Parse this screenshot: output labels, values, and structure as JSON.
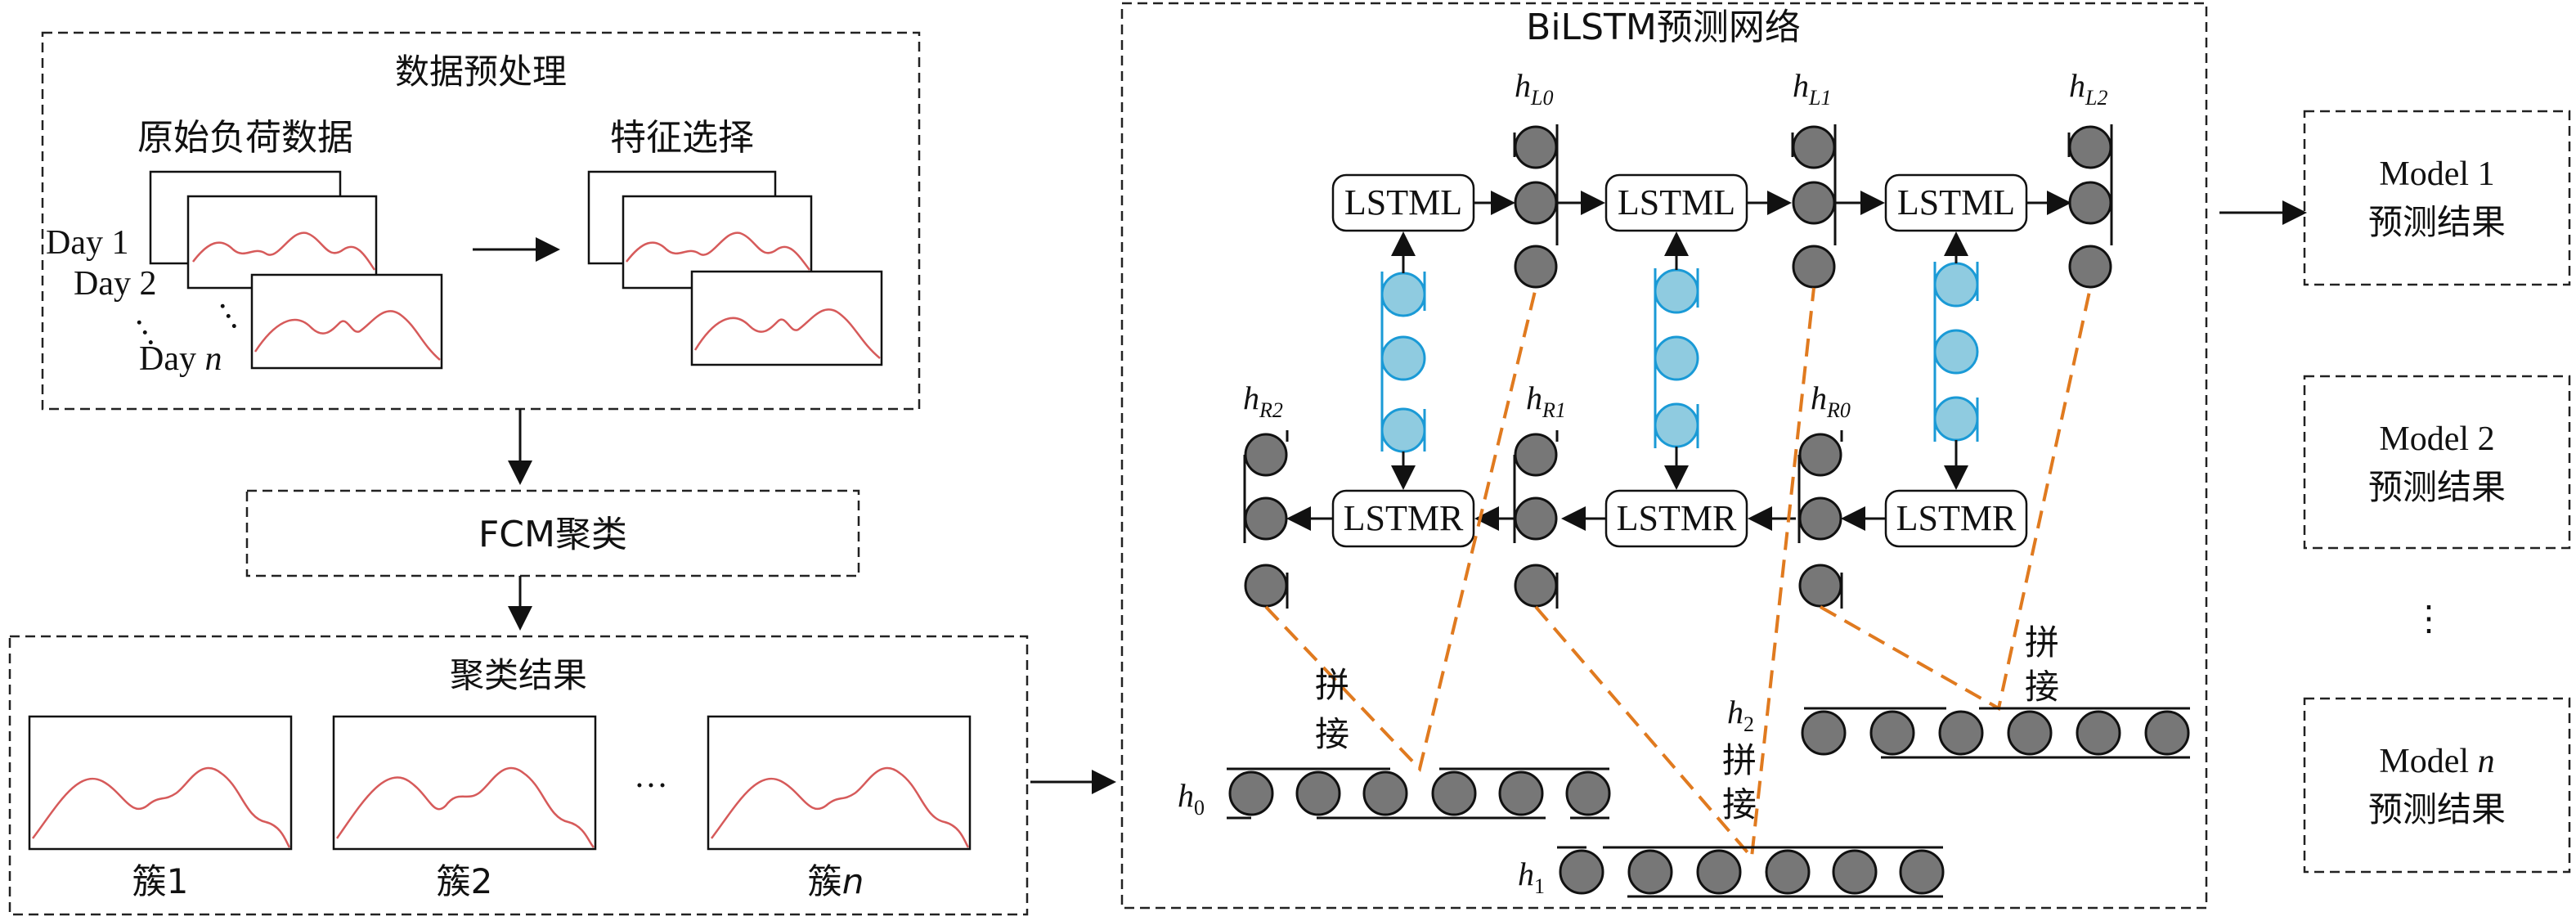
{
  "preprocessing": {
    "title": "数据预处理",
    "raw_label": "原始负荷数据",
    "feature_label": "特征选择",
    "day_labels": [
      "Day 1",
      "Day 2",
      "Day"
    ],
    "day_n": "n",
    "ellipsis": "…"
  },
  "fcm": {
    "label": "FCM聚类"
  },
  "clusters": {
    "title": "聚类结果",
    "labels": [
      "簇1",
      "簇2",
      "簇"
    ],
    "label_n": "n",
    "ellipsis": "…"
  },
  "bilstm": {
    "title": "BiLSTM预测网络",
    "lstml_label": "LSTML",
    "lstmr_label": "LSTMR",
    "hl": [
      "L0",
      "L1",
      "L2"
    ],
    "hr": [
      "R2",
      "R1",
      "R0"
    ],
    "h_symbol": "h",
    "concat_label": [
      "拼",
      "接"
    ],
    "outputs": [
      "0",
      "1",
      "2"
    ]
  },
  "models": {
    "items": [
      {
        "line1": "Model 1",
        "line2": "预测结果"
      },
      {
        "line1": "Model 2",
        "line2": "预测结果"
      },
      {
        "line1": "Model",
        "italic": "n",
        "line2": "预测结果"
      }
    ],
    "ellipsis": "⋮"
  }
}
